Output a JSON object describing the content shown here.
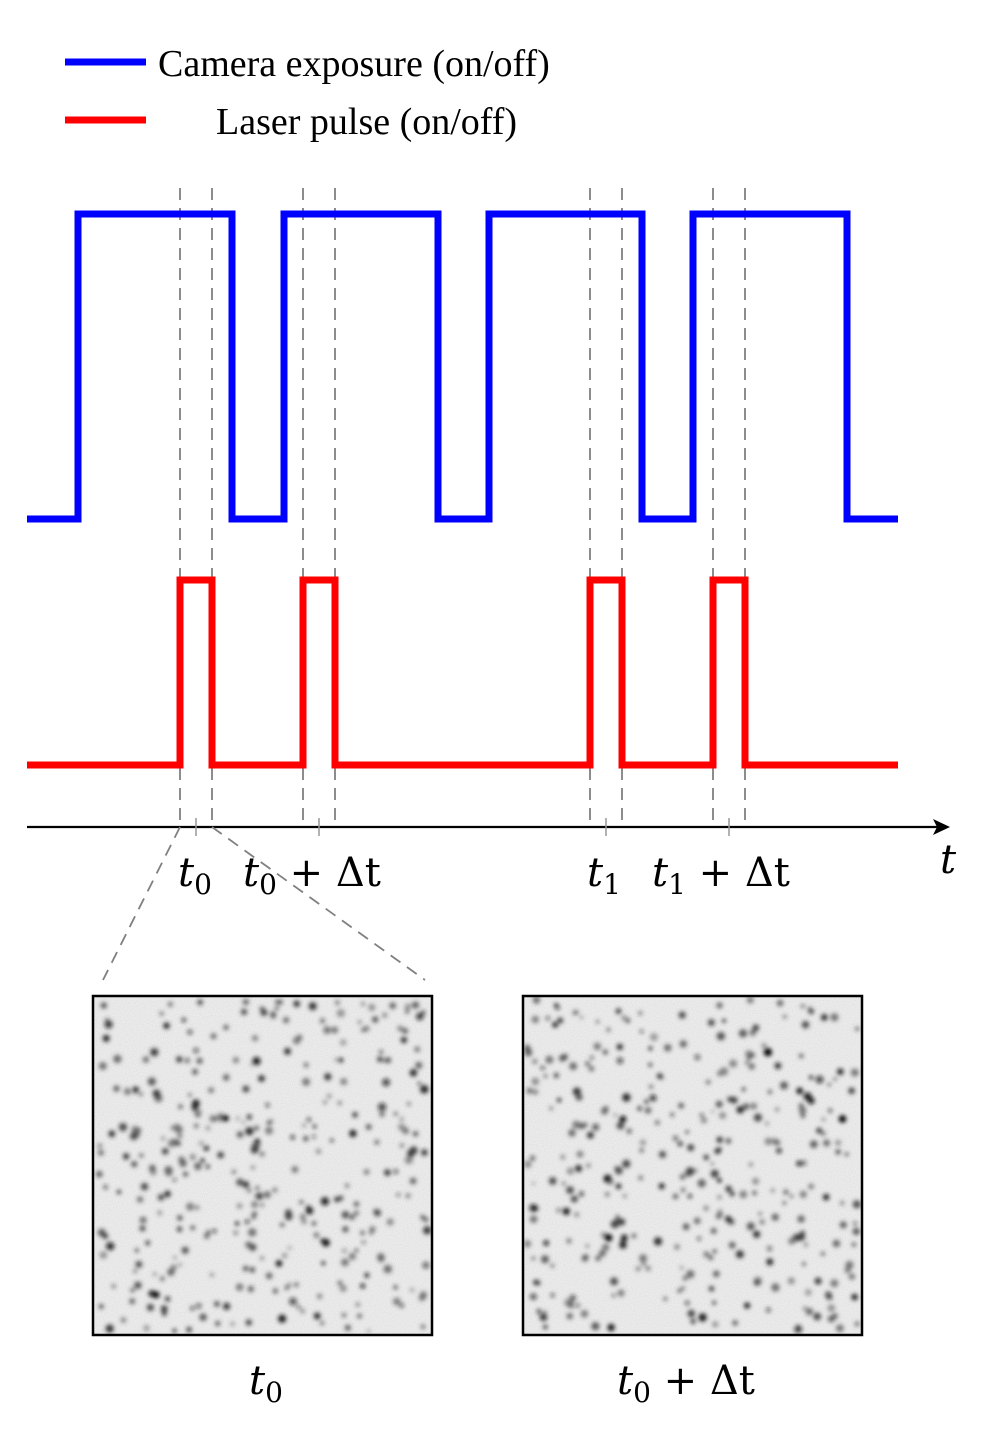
{
  "legend": {
    "camera_label": "Camera exposure (on/off)",
    "laser_label": "Laser pulse (on/off)",
    "camera_color": "#0000ff",
    "laser_color": "#ff0000"
  },
  "axis": {
    "label": "t"
  },
  "time_labels": {
    "t0": {
      "base": "t",
      "sub": "0",
      "rest": ""
    },
    "t0_dt": {
      "base": "t",
      "sub": "0",
      "rest": " + Δt"
    },
    "t1": {
      "base": "t",
      "sub": "1",
      "rest": ""
    },
    "t1_dt": {
      "base": "t",
      "sub": "1",
      "rest": " + Δt"
    }
  },
  "images": [
    {
      "caption_base": "t",
      "caption_sub": "0",
      "caption_rest": ""
    },
    {
      "caption_base": "t",
      "caption_sub": "0",
      "caption_rest": " + Δt"
    }
  ],
  "colors": {
    "guide": "#808080",
    "axis": "#000000"
  }
}
